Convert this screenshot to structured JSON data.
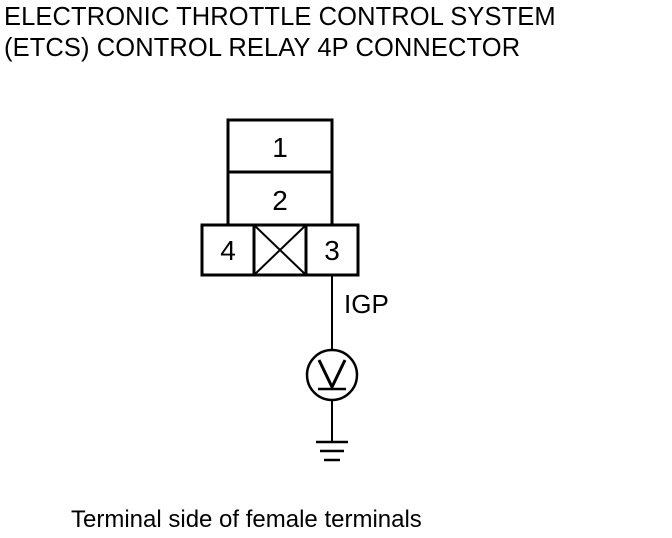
{
  "title": {
    "line1": "ELECTRONIC THROTTLE CONTROL SYSTEM",
    "line2": "(ETCS) CONTROL RELAY 4P CONNECTOR"
  },
  "connector": {
    "terminals": [
      "1",
      "2",
      "4",
      "3"
    ],
    "terminal_1": "1",
    "terminal_2": "2",
    "terminal_3": "3",
    "terminal_4": "4"
  },
  "circuit": {
    "wire_label": "IGP",
    "meter": "voltmeter-icon",
    "ground": "ground-icon"
  },
  "caption": "Terminal side of female terminals"
}
